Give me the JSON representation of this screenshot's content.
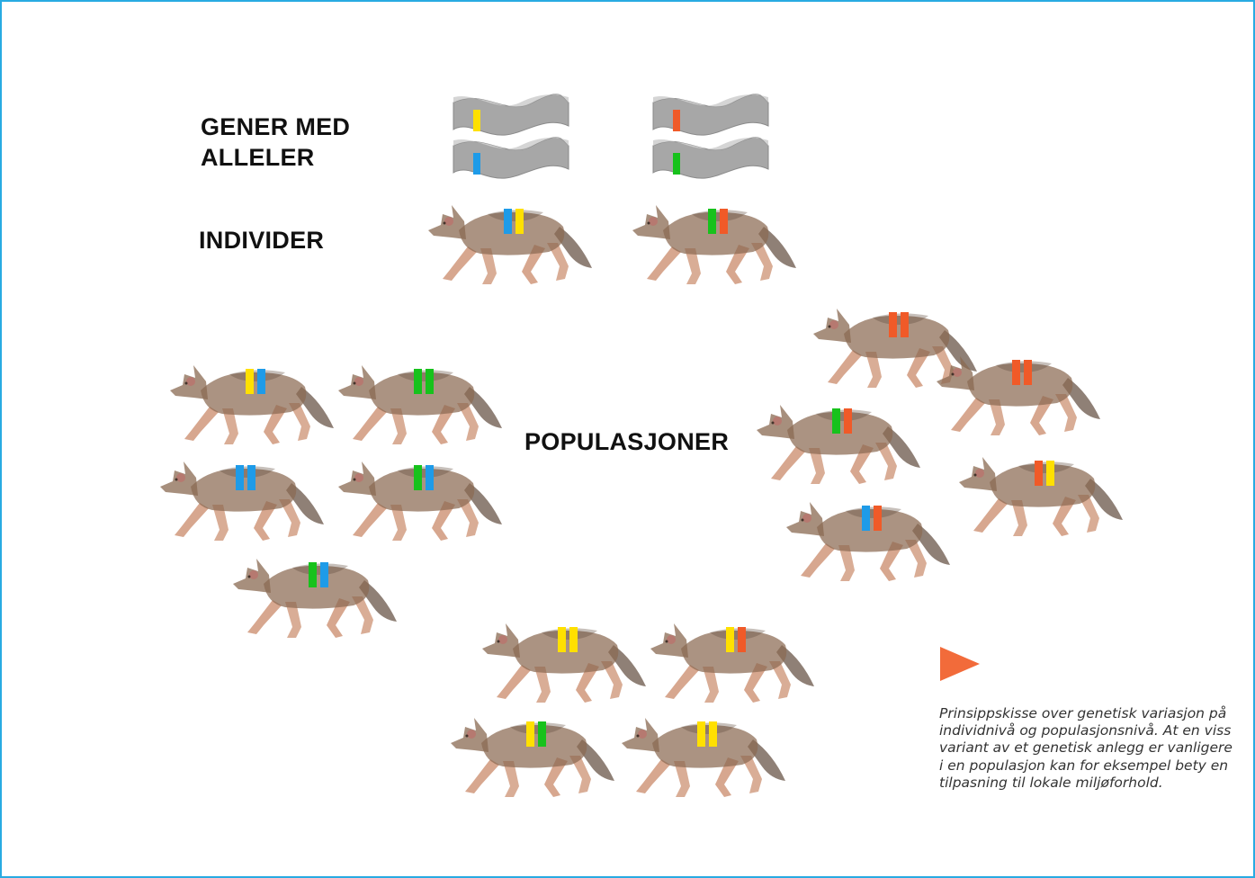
{
  "labels": {
    "genes": "GENER MED\nALLELER",
    "individuals": "INDIVIDER",
    "populations": "POPULASJONER"
  },
  "caption": "Prinsippskisse over genetisk variasjon på individnivå og populasjonsnivå. At en viss variant av et genetisk anlegg er vanligere i en populasjon kan for eksempel bety en tilpasning til lokale miljøforhold.",
  "colors": {
    "border": "#29abe2",
    "allele_yellow": "#ffe000",
    "allele_blue": "#1e9be8",
    "allele_orange": "#f05a28",
    "allele_green": "#17c21c",
    "arrow": "#f26b3a"
  },
  "individuals": [
    {
      "chromosome_alleles": [
        "yellow",
        "blue"
      ],
      "wolf_alleles": [
        "blue",
        "yellow"
      ]
    },
    {
      "chromosome_alleles": [
        "orange",
        "green"
      ],
      "wolf_alleles": [
        "green",
        "orange"
      ]
    }
  ],
  "populations": [
    {
      "name": "left",
      "wolves": [
        [
          "yellow",
          "blue"
        ],
        [
          "green",
          "green"
        ],
        [
          "blue",
          "blue"
        ],
        [
          "green",
          "blue"
        ],
        [
          "green",
          "blue"
        ]
      ]
    },
    {
      "name": "right",
      "wolves": [
        [
          "orange",
          "orange"
        ],
        [
          "orange",
          "orange"
        ],
        [
          "green",
          "orange"
        ],
        [
          "orange",
          "yellow"
        ],
        [
          "blue",
          "orange"
        ]
      ]
    },
    {
      "name": "bottom",
      "wolves": [
        [
          "yellow",
          "yellow"
        ],
        [
          "yellow",
          "orange"
        ],
        [
          "yellow",
          "green"
        ],
        [
          "yellow",
          "yellow"
        ]
      ]
    }
  ]
}
